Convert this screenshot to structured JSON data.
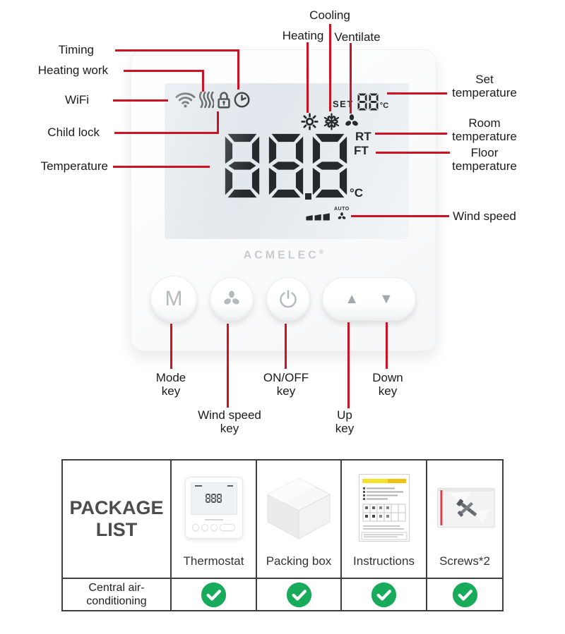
{
  "annotations": {
    "cooling": "Cooling",
    "heating": "Heating",
    "ventilate": "Ventilate",
    "timing": "Timing",
    "heating_work": "Heating work",
    "wifi": "WiFi",
    "child_lock": "Child lock",
    "temperature": "Temperature",
    "set_temperature": "Set temperature",
    "room_temperature": "Room temperature",
    "floor_temperature": "Floor temperature",
    "wind_speed": "Wind speed",
    "mode_key": "Mode key",
    "wind_speed_key": "Wind speed key",
    "on_off_key": "ON/OFF key",
    "up_key": "Up key",
    "down_key": "Down key"
  },
  "device": {
    "brand": {
      "name": "ACMELEC",
      "reg": "®"
    },
    "display": {
      "set_label": "SET",
      "set_value": "88",
      "set_unit": "°C",
      "rt_label": "RT",
      "ft_label": "FT",
      "main_value": "888",
      "main_unit": "°C",
      "auto_label": "AUTO",
      "status_icons": [
        "wifi-icon",
        "heating-work-icon",
        "child-lock-icon",
        "timing-clock-icon"
      ],
      "mode_icons": [
        "heating-sun-icon",
        "cooling-snowflake-icon",
        "ventilate-fan-icon"
      ]
    },
    "keys": {
      "mode_label": "M",
      "up_glyph": "▲",
      "down_glyph": "▼"
    }
  },
  "package_table": {
    "title": "PACKAGE LIST",
    "columns": [
      {
        "label": "Thermostat",
        "icon": "thermostat-thumbnail"
      },
      {
        "label": "Packing box",
        "icon": "packing-box-image"
      },
      {
        "label": "Instructions",
        "icon": "instructions-image"
      },
      {
        "label": "Screws*2",
        "icon": "screws-image"
      }
    ],
    "row_label": "Central air-conditioning",
    "checks": [
      true,
      true,
      true,
      true
    ]
  },
  "colors": {
    "line_red": "#cf1222",
    "check_green": "#17ab5b",
    "digit_dark": "#26292c",
    "brand_gray": "#c7cbce"
  }
}
